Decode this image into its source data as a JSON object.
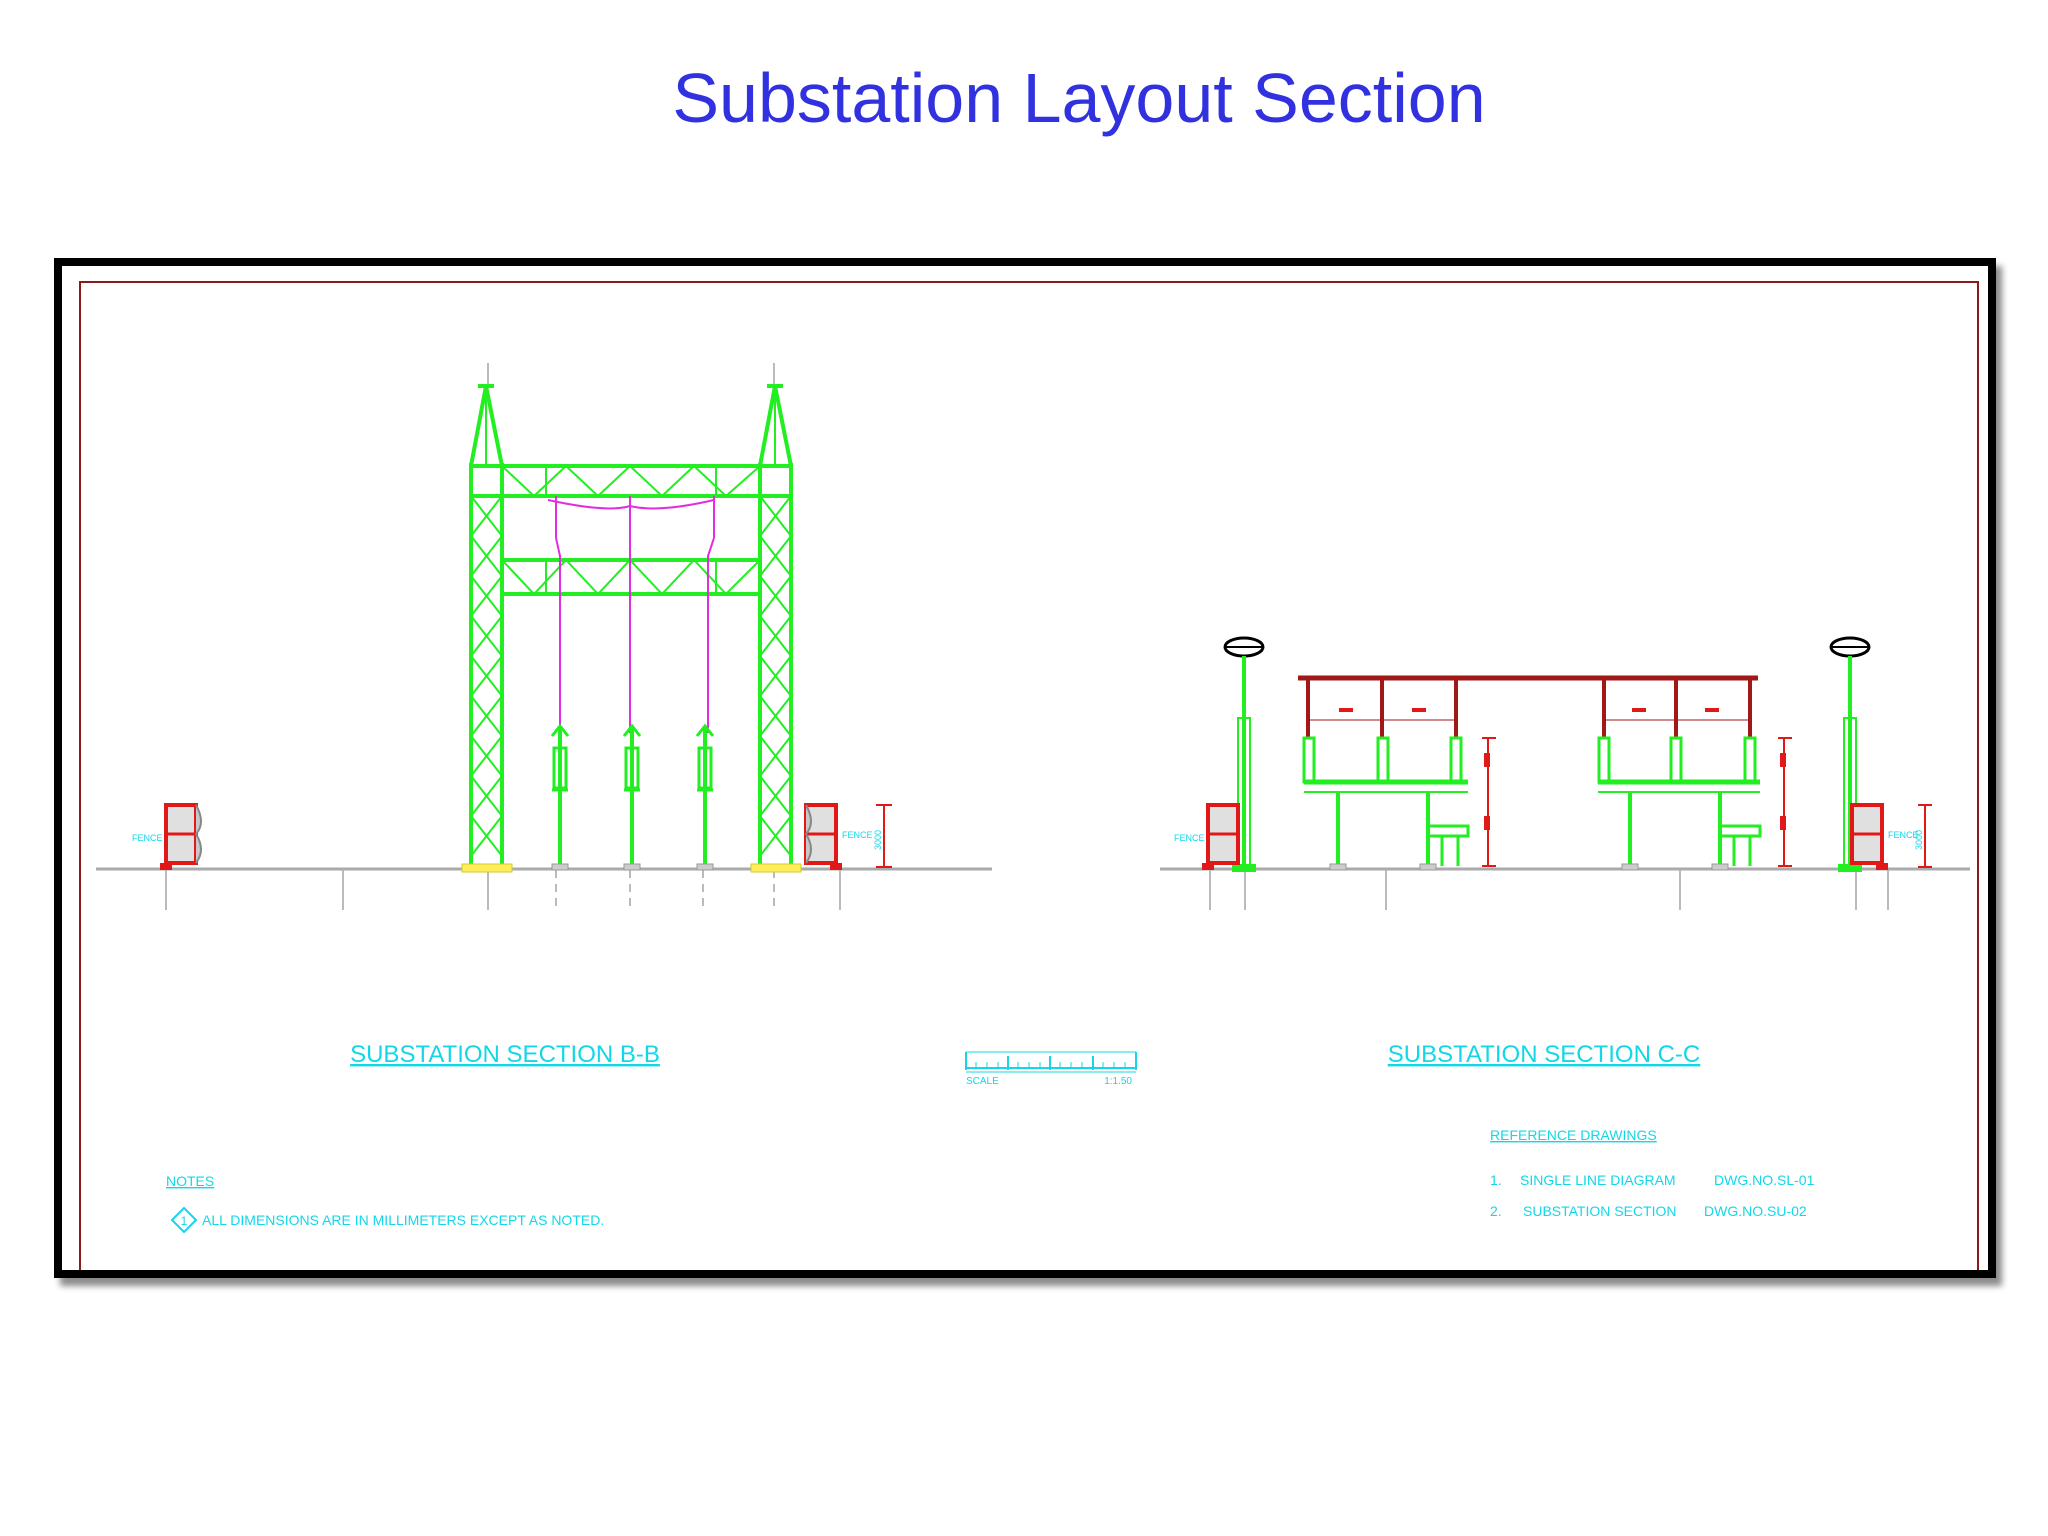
{
  "slide": {
    "title": "Substation Layout Section"
  },
  "drawing": {
    "section_bb_title": "SUBSTATION SECTION B-B",
    "section_cc_title": "SUBSTATION SECTION C-C",
    "fence_label": "FENCE",
    "fence_height_dim": "3000",
    "scale_bar": {
      "label": "SCALE",
      "ratio": "1:1.50"
    },
    "notes": {
      "heading": "NOTES",
      "item_number": "1",
      "item_text": "ALL DIMENSIONS ARE IN MILLIMETERS EXCEPT AS NOTED."
    },
    "reference_drawings": {
      "heading": "REFERENCE DRAWINGS",
      "items": [
        {
          "num": "1.",
          "title": "SINGLE LINE DIAGRAM",
          "dwg": "DWG.NO.SL-01"
        },
        {
          "num": "2.",
          "title": "SUBSTATION SECTION",
          "dwg": "DWG.NO.SU-02"
        }
      ]
    }
  },
  "colors": {
    "title": "#3131e0",
    "steel": "#22ee22",
    "conductor": "#e22ee2",
    "busbar": "#a01818",
    "fence": "#e01818",
    "annotation": "#13d7e8",
    "frame_border": "#8b1a1a"
  }
}
